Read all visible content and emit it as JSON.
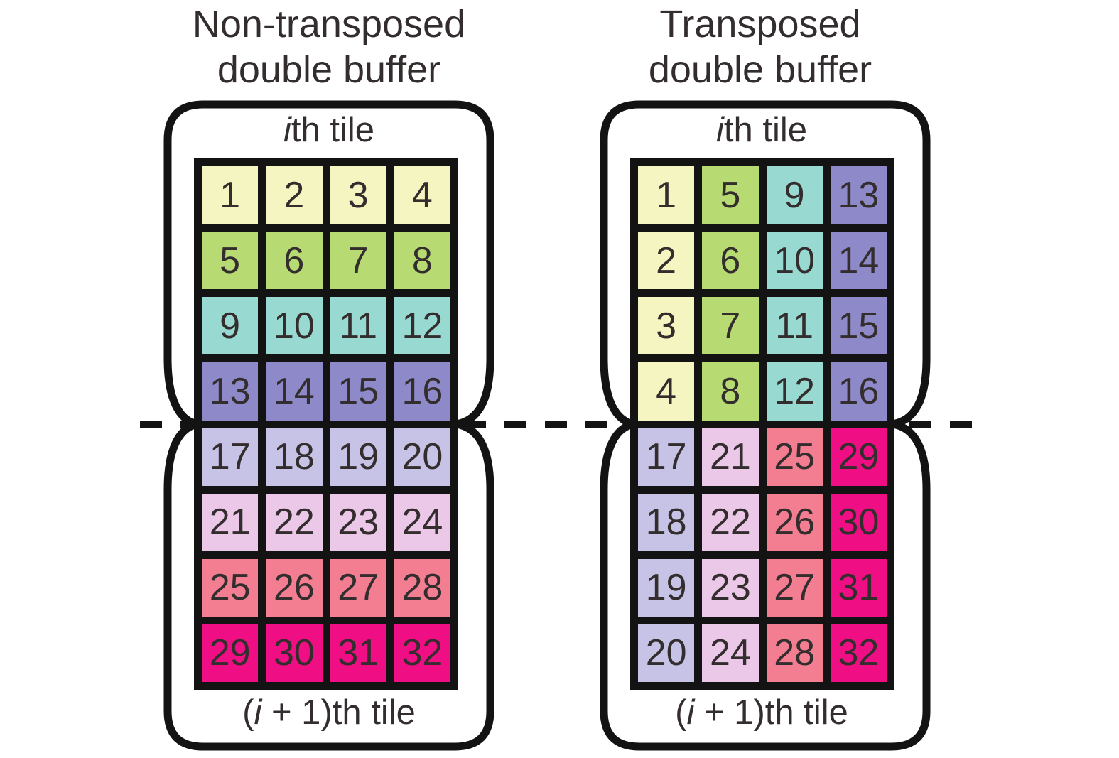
{
  "figure": {
    "divider_style": "dashed"
  },
  "colors": {
    "line": "#131313",
    "text": "#332d2e",
    "background": "#ffffff",
    "groups": [
      "#f4f5c0",
      "#b7db72",
      "#98dad2",
      "#8e8aca",
      "#c6c3e6",
      "#ebc7e8",
      "#f47e91",
      "#ef0e83"
    ]
  },
  "panels": [
    {
      "id": "non-transposed",
      "title_line1": "Non-transposed",
      "title_line2": "double buffer",
      "top_tile_label_italic": "i",
      "top_tile_label_rest": "th tile",
      "bottom_tile_label_pre": "(",
      "bottom_tile_label_italic": "i",
      "bottom_tile_label_rest": " + 1)th tile",
      "top_tile_rows": [
        [
          1,
          2,
          3,
          4
        ],
        [
          5,
          6,
          7,
          8
        ],
        [
          9,
          10,
          11,
          12
        ],
        [
          13,
          14,
          15,
          16
        ]
      ],
      "bottom_tile_rows": [
        [
          17,
          18,
          19,
          20
        ],
        [
          21,
          22,
          23,
          24
        ],
        [
          25,
          26,
          27,
          28
        ],
        [
          29,
          30,
          31,
          32
        ]
      ]
    },
    {
      "id": "transposed",
      "title_line1": "Transposed",
      "title_line2": "double buffer",
      "top_tile_label_italic": "i",
      "top_tile_label_rest": "th tile",
      "bottom_tile_label_pre": "(",
      "bottom_tile_label_italic": "i",
      "bottom_tile_label_rest": " + 1)th tile",
      "top_tile_rows": [
        [
          1,
          5,
          9,
          13
        ],
        [
          2,
          6,
          10,
          14
        ],
        [
          3,
          7,
          11,
          15
        ],
        [
          4,
          8,
          12,
          16
        ]
      ],
      "bottom_tile_rows": [
        [
          17,
          21,
          25,
          29
        ],
        [
          18,
          22,
          26,
          30
        ],
        [
          19,
          23,
          27,
          31
        ],
        [
          20,
          24,
          28,
          32
        ]
      ]
    }
  ]
}
